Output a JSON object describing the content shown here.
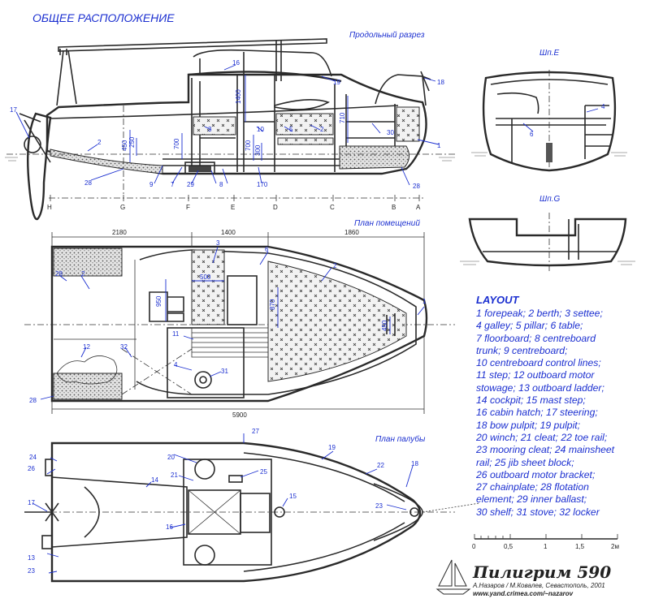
{
  "titles": {
    "main": "ОБЩЕЕ РАСПОЛОЖЕНИЕ",
    "longitudinal": "Продольный разрез",
    "rooms": "План помещений",
    "deck": "План палубы",
    "section_e": "Шп.Е",
    "section_g": "Шп.G"
  },
  "stations": [
    "H",
    "G",
    "F",
    "E",
    "D",
    "C",
    "B",
    "A"
  ],
  "dimensions": {
    "d2180": "2180",
    "d1400": "1400",
    "d1860": "1860",
    "d5900": "5900",
    "h1400": "1400",
    "h710": "710",
    "h700a": "700",
    "h700b": "700",
    "h450": "450",
    "h250": "250",
    "h300": "300",
    "h170": "170",
    "w500": "500",
    "w950": "950",
    "w870": "870",
    "w450": "450"
  },
  "callouts": {
    "n1": "1",
    "n2": "2",
    "n3": "3",
    "n4": "4",
    "n5": "5",
    "n6": "6",
    "n7": "7",
    "n8": "8",
    "n9": "9",
    "n10": "10",
    "n11": "11",
    "n12": "12",
    "n13": "13",
    "n14": "14",
    "n15": "15",
    "n16": "16",
    "n17": "17",
    "n18": "18",
    "n19": "19",
    "n20": "20",
    "n21": "21",
    "n22": "22",
    "n23": "23",
    "n24": "24",
    "n25": "25",
    "n26": "26",
    "n27": "27",
    "n28": "28",
    "n29": "29",
    "n30": "30",
    "n31": "31",
    "n32": "32"
  },
  "layout": {
    "title": "LAYOUT",
    "text": "1 forepeak; 2 berth; 3 settee;\n4 galley; 5 pillar; 6 table;\n7 floorboard; 8 centreboard\ntrunk; 9 centreboard;\n10 centreboard control lines;\n11 step; 12 outboard motor\nstowage; 13 outboard ladder;\n14 cockpit; 15 mast step;\n16 cabin hatch; 17 steering;\n18 bow pulpit; 19 pulpit;\n20 winch; 21 cleat; 22 toe rail;\n23 mooring cleat; 24 mainsheet\nrail; 25 jib sheet block;\n26 outboard motor bracket;\n27 chainplate; 28 flotation\nelement; 29 inner ballast;\n30 shelf; 31 stove; 32 locker"
  },
  "scale": {
    "s0": "0",
    "s05": "0,5",
    "s1": "1",
    "s15": "1,5",
    "s2": "2м"
  },
  "signature": {
    "name": "Пилигрим  590",
    "authors": "А.Назаров / М.Ковалев,  Севастополь, 2001",
    "url": "www.yand.crimea.com/~nazarov"
  },
  "colors": {
    "ink": "#2a2a2a",
    "annotation": "#1b2fd0"
  }
}
